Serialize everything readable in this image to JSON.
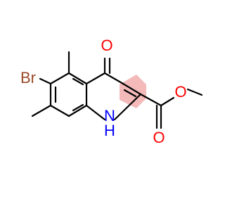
{
  "molecule": {
    "atom_labels": {
      "bromine": "Br",
      "ring_carbonyl_oxygen": "O",
      "ring_nitrogen": "H",
      "ester_carbonyl_oxygen": "O",
      "ester_ether_oxygen": "O"
    },
    "ring_nh_label": "N",
    "colors": {
      "bond": "#000000",
      "bromine": "#9b4a2a",
      "oxygen": "#ff0000",
      "nitrogen": "#0000ff",
      "highlight": "#f3b2b2"
    }
  }
}
